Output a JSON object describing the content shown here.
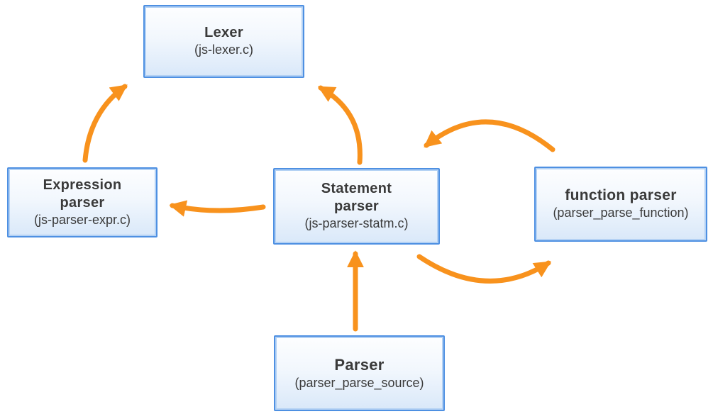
{
  "diagram": {
    "nodes": [
      {
        "id": "lexer",
        "title": "Lexer",
        "subtitle": "(js-lexer.c)"
      },
      {
        "id": "expression-parser",
        "title": "Expression\nparser",
        "subtitle": "(js-parser-expr.c)"
      },
      {
        "id": "statement-parser",
        "title": "Statement\nparser",
        "subtitle": "(js-parser-statm.c)"
      },
      {
        "id": "function-parser",
        "title": "function parser",
        "subtitle": "(parser_parse_function)"
      },
      {
        "id": "parser",
        "title": "Parser",
        "subtitle": "(parser_parse_source)"
      }
    ],
    "edges": [
      {
        "from": "expression-parser",
        "to": "lexer",
        "style": "curved"
      },
      {
        "from": "statement-parser",
        "to": "lexer",
        "style": "curved"
      },
      {
        "from": "statement-parser",
        "to": "expression-parser",
        "style": "curved"
      },
      {
        "from": "function-parser",
        "to": "statement-parser",
        "style": "arc-over-top"
      },
      {
        "from": "statement-parser",
        "to": "function-parser",
        "style": "arc-under-bottom"
      },
      {
        "from": "parser",
        "to": "statement-parser",
        "style": "straight-up"
      }
    ],
    "colors": {
      "arrow": "#F8921D",
      "box_border": "#4E90E2",
      "box_inner_highlight": "#B3D1F4",
      "box_fill_top": "#FDFEFF",
      "box_fill_bottom": "#D9E8F9",
      "text": "#3A3A3A",
      "background": "#FFFFFF"
    }
  }
}
